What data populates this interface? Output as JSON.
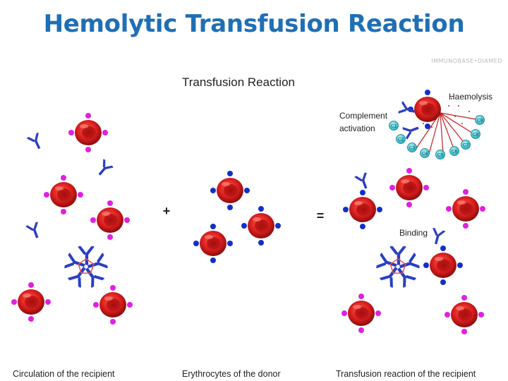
{
  "slide_title": "Hemolytic Transfusion Reaction",
  "watermark": "IMMUNOBASE•DIAMED",
  "figure": {
    "title": "Transfusion Reaction",
    "plus_sign": "+",
    "equals_sign": "=",
    "labels": {
      "haemolysis": "Haemolysis",
      "complement_line1": "Complement",
      "complement_line2": "activation",
      "binding": "Binding"
    },
    "complement_components": [
      "C9",
      "C8",
      "C7",
      "C6",
      "C5",
      "C4",
      "C3",
      "C2",
      "C1"
    ],
    "captions": {
      "recipient": "Circulation of the recipient",
      "donor": "Erythrocytes of the donor",
      "reaction": "Transfusion reaction of the recipient"
    },
    "colors": {
      "erythrocyte": "#d81e1e",
      "recipient_antigen": "#e020e0",
      "donor_antigen": "#1230c8",
      "antibody": "#2a3fc2",
      "complement": "#29b6c6",
      "lysis_lines": "#c02020",
      "title": "#1f6fb5"
    }
  }
}
